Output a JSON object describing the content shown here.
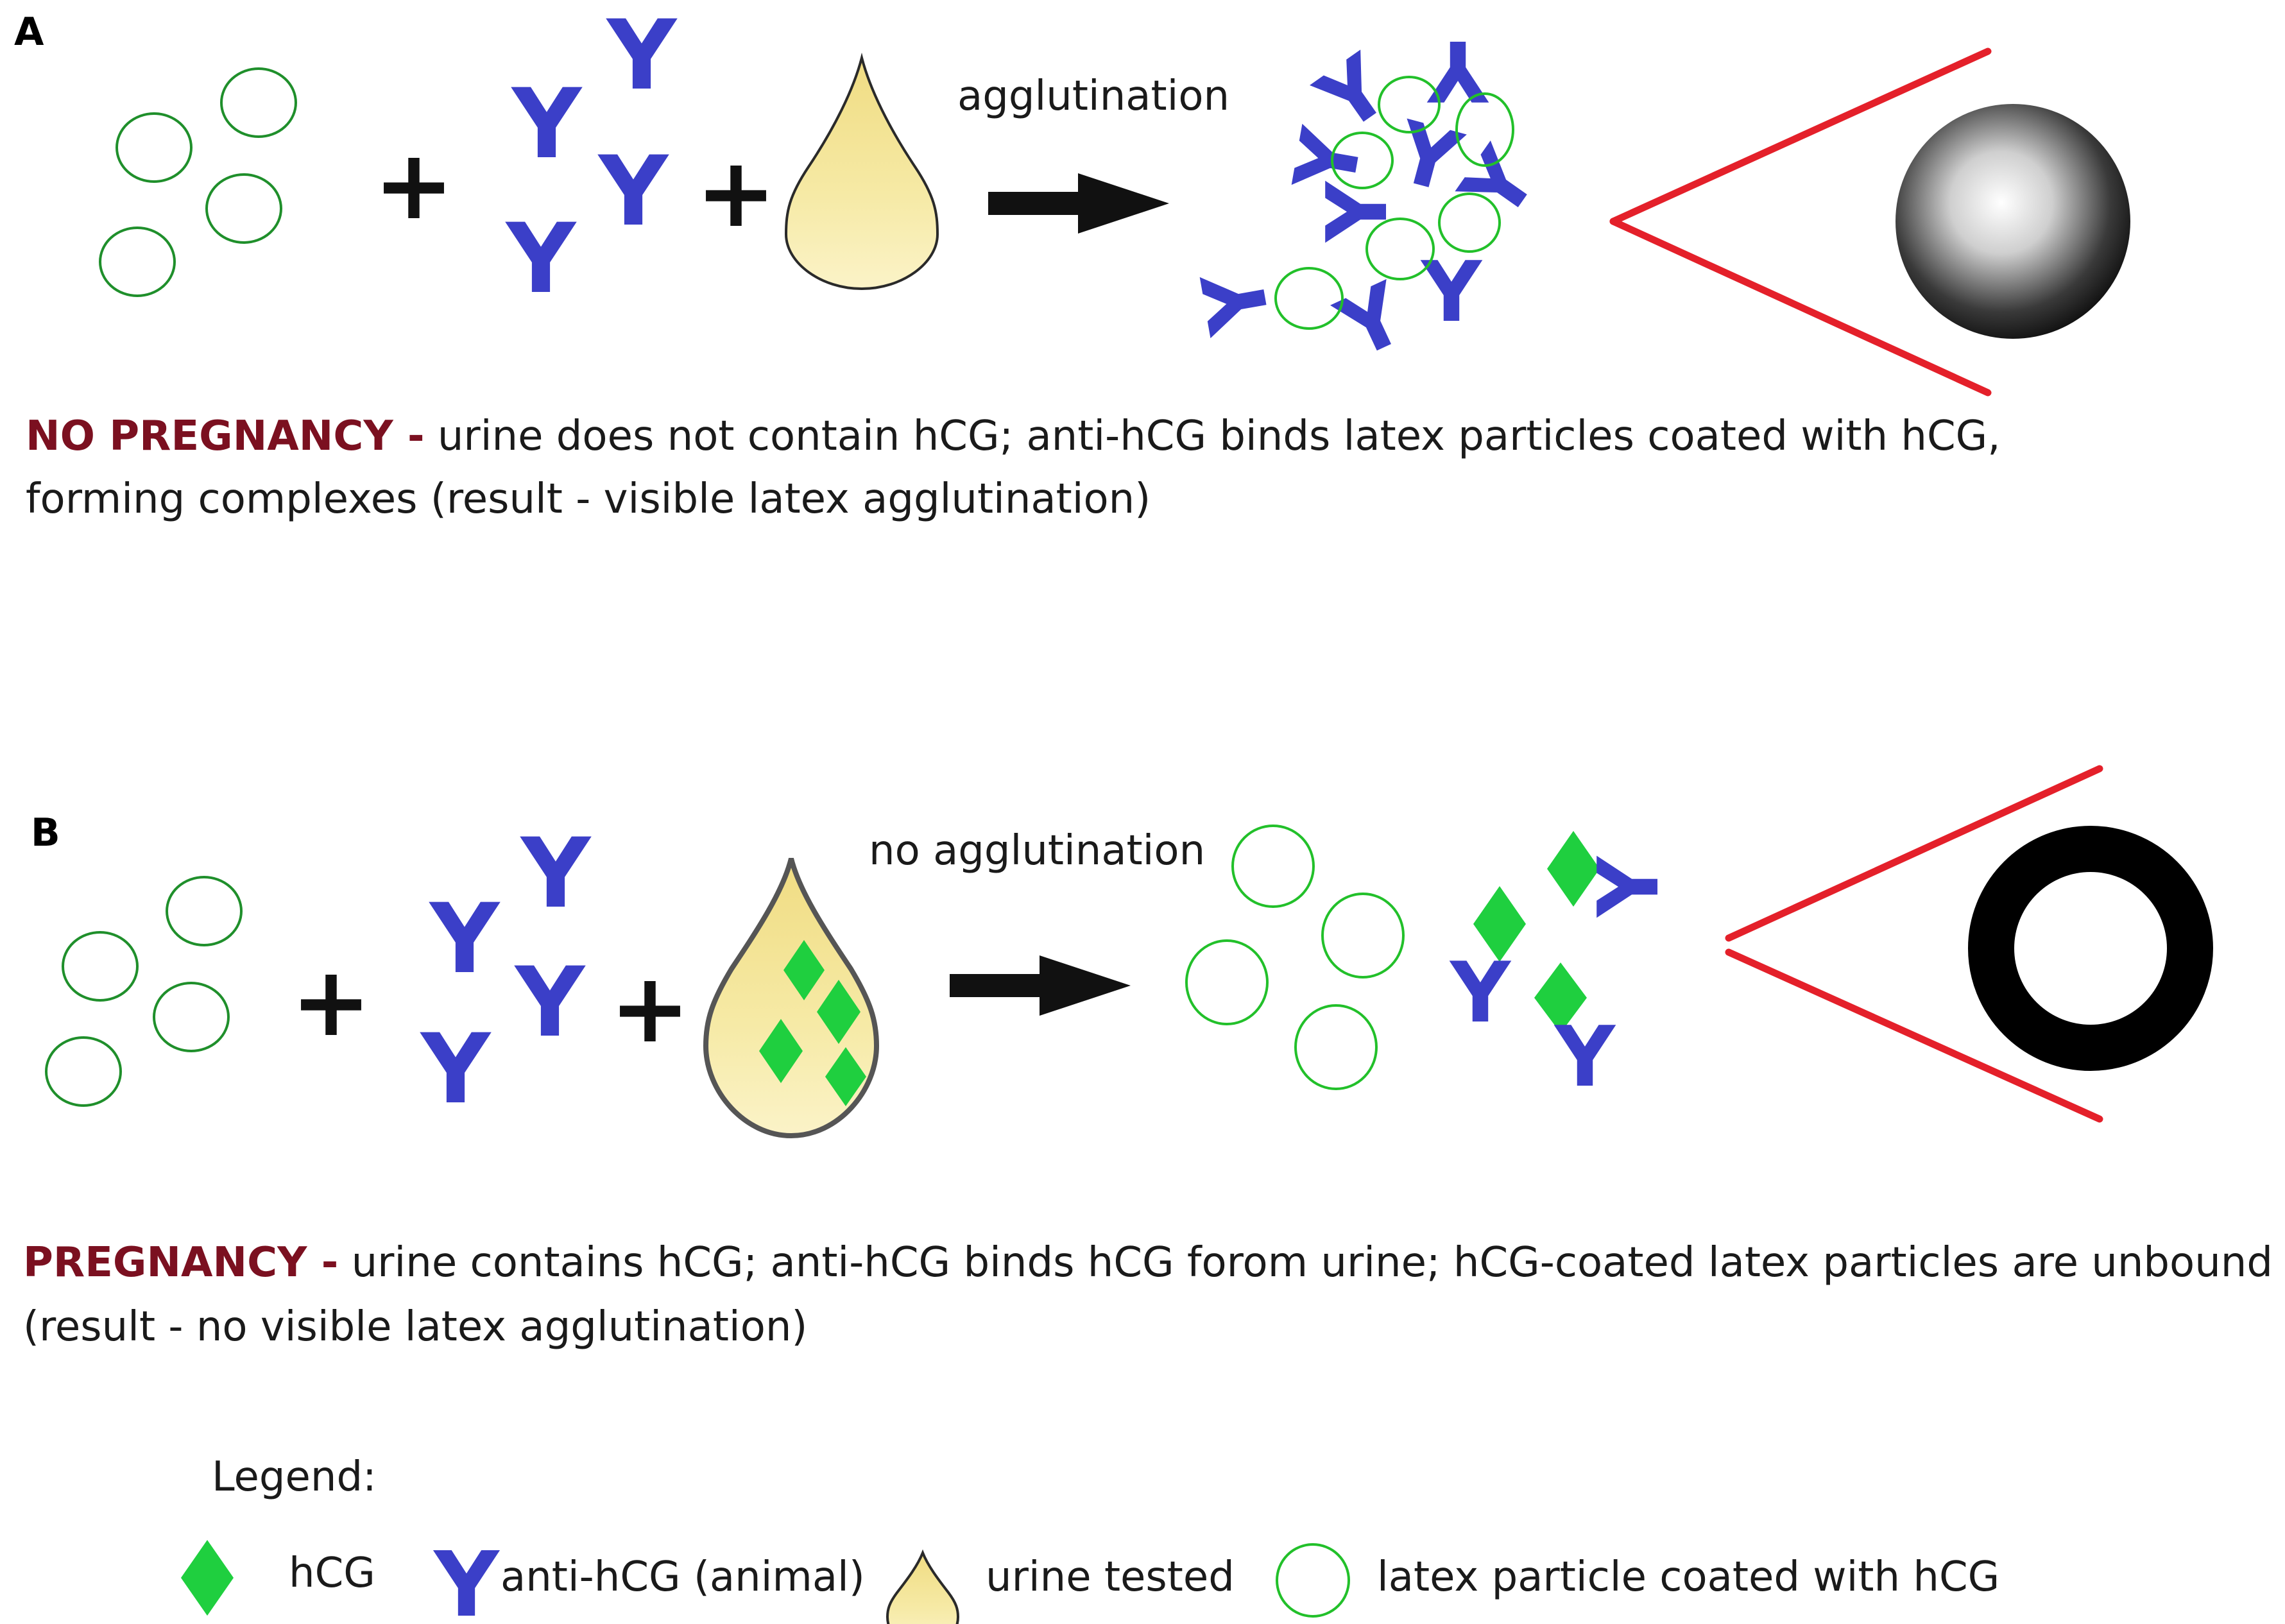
{
  "panel_a": {
    "letter": "A",
    "arrow_label": "agglutination",
    "headline": "NO PREGNANCY -",
    "desc_line1": "urine does not contain hCG; anti-hCG binds latex particles coated with hCG,",
    "desc_line2": "forming complexes (result - visible latex agglutination)"
  },
  "panel_b": {
    "letter": "B",
    "arrow_label": "no agglutination",
    "headline": "PREGNANCY -",
    "desc_line1": "urine contains hCG; anti-hCG binds hCG forom urine; hCG-coated latex particles are unbound",
    "desc_line2": "(result - no visible latex agglutination)"
  },
  "antibody_glyph": "Y",
  "plus_glyph": "+",
  "legend": {
    "title": "Legend:",
    "items": [
      {
        "icon": "green-diamond-icon",
        "label": "hCG"
      },
      {
        "icon": "antibody-y-icon",
        "label": "anti-hCG (animal)"
      },
      {
        "icon": "urine-drop-icon",
        "label": "urine tested"
      },
      {
        "icon": "latex-circle-icon",
        "label": "latex particle coated with hCG"
      }
    ]
  },
  "colors": {
    "latex_dark": "#1f8f2b",
    "latex_bright": "#22c02a",
    "antibody": "#3b3fc8",
    "hcg": "#1fcf3f",
    "urine_fill": "#f4e59a",
    "eye_lines": "#e4202a",
    "headline": "#7b1020"
  }
}
